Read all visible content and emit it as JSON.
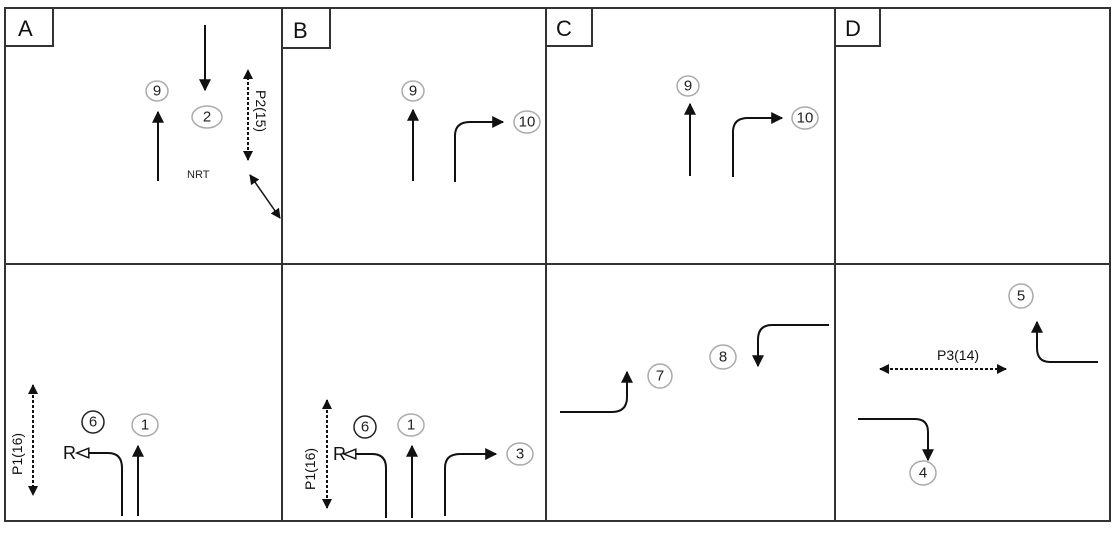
{
  "panels": [
    {
      "label": "A",
      "movements": [
        "9",
        "2",
        "6",
        "1"
      ],
      "pedestrian": [
        "P2(15)",
        "P1(16)"
      ],
      "note": "NRT",
      "overlap_label": "R"
    },
    {
      "label": "B",
      "movements": [
        "9",
        "10",
        "6",
        "1",
        "3"
      ],
      "pedestrian": [
        "P1(16)"
      ],
      "overlap_label": "R"
    },
    {
      "label": "C",
      "movements": [
        "9",
        "10",
        "7",
        "8"
      ]
    },
    {
      "label": "D",
      "movements": [
        "5",
        "4"
      ],
      "pedestrian": [
        "P3(14)"
      ]
    }
  ]
}
